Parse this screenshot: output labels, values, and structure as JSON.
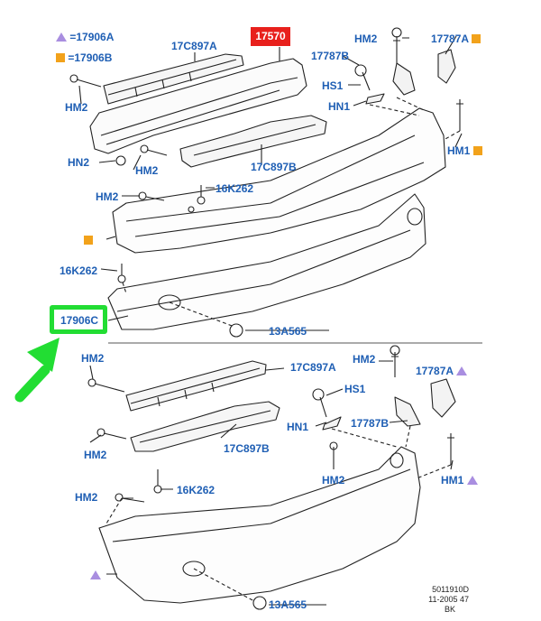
{
  "legend": {
    "triangle": {
      "code": "17906A",
      "icon": "triangle-icon",
      "color": "#a98ee0"
    },
    "square": {
      "code": "17906B",
      "icon": "square-icon",
      "color": "#f2a21b"
    },
    "eq": "="
  },
  "highlight": {
    "red_label": "17570",
    "red_color": "#e8201c",
    "green_color": "#22dd33"
  },
  "labels": {
    "hm2_top_left": "HM2",
    "c897a_top": "17C897A",
    "hm2_top_right": "HM2",
    "c787a_top": "17787A",
    "c787b_top": "17787B",
    "hs1_top": "HS1",
    "hn1_top": "HN1",
    "hm1_top": "HM1",
    "hn2_top": "HN2",
    "hm2_mid_top": "HM2",
    "c897b_top": "17C897B",
    "hm2_bumper_top": "HM2",
    "k262_top_a": "16K262",
    "k262_top_b": "16K262",
    "c906c": "17906C",
    "a565_top": "13A565",
    "hm2_bottom_left": "HM2",
    "c897a_bottom": "17C897A",
    "hm2_bottom_right": "HM2",
    "hs1_bottom": "HS1",
    "c787a_bottom": "17787A",
    "hn1_bottom": "HN1",
    "c787b_bottom": "17787B",
    "hm2_bottom_mid": "HM2",
    "c897b_bottom": "17C897B",
    "hm2_bottom_mid2": "HM2",
    "hm1_bottom": "HM1",
    "hm2_bumper_bottom": "HM2",
    "k262_bottom": "16K262",
    "a565_bottom": "13A565"
  },
  "footer": {
    "line1": "5011910D",
    "line2": "11-2005 47",
    "line3": "BK"
  }
}
